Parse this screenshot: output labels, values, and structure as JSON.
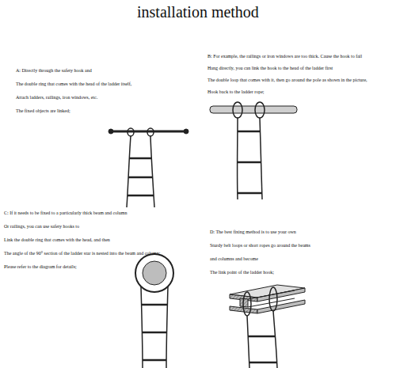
{
  "diagram": {
    "title": "installation method",
    "labels": [
      "A: Directly through the safety hook and",
      "The double ring that comes with the head of the ladder itself,",
      "Attach ladders, railings, iron windows, etc.",
      "The fixed objects are linked;",
      "B: For example, the railings or iron windows are too thick. Cause the hook to fail",
      "Hang directly, you can link the hook to the head of the ladder first",
      "The double loop that comes with it, then go around the pole as shown in the picture,",
      "Hook back to the ladder rope;",
      "C: If it needs to be fixed to a particularly thick beam and column",
      "Or railings, you can use safety hooks to",
      "Link the double ring that comes with the head, and then",
      "The angle of the 90° section of the ladder star is nested into the beam and column;",
      "Please refer to the diagram for details;",
      "D: The best fixing method is to use your own",
      "Sturdy belt loops or short ropes go around the beams",
      "and columns and become",
      "The link point of the ladder hook;"
    ]
  }
}
